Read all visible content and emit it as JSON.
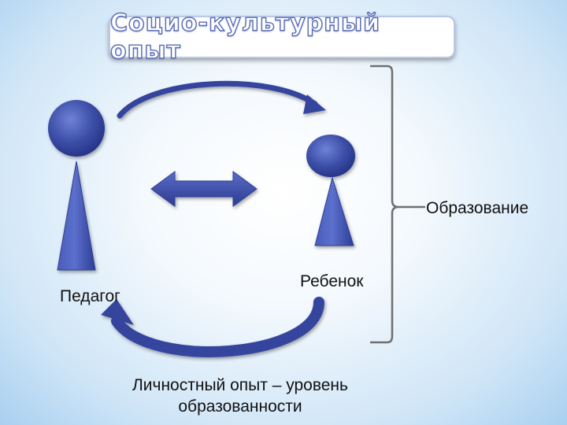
{
  "title": "Социо-культурный опыт",
  "labels": {
    "teacher": "Педагог",
    "child": "Ребенок",
    "education": "Образование"
  },
  "caption": {
    "line1": "Личностный опыт – уровень",
    "line2": "образованности"
  },
  "colors": {
    "figure_fill": "#3d4fa8",
    "figure_dark": "#27368a",
    "bracket": "#6f6f6f"
  }
}
